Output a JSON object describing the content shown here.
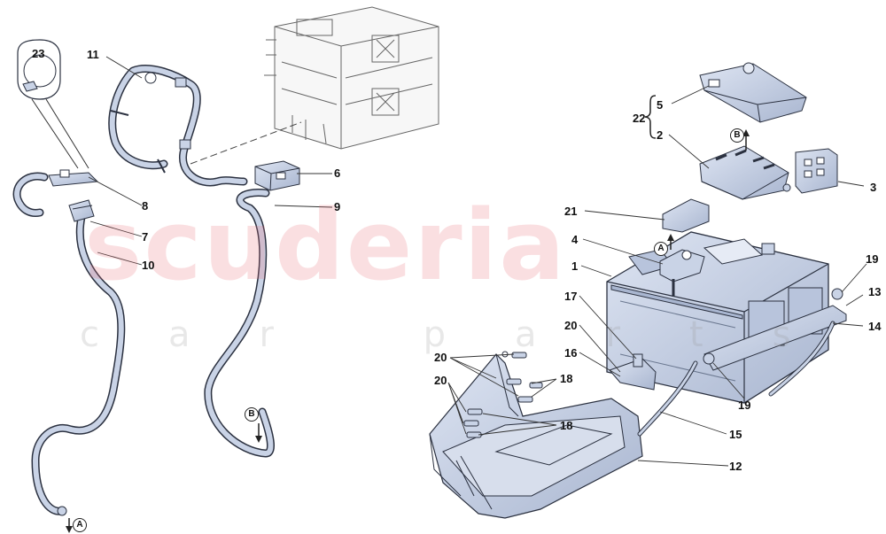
{
  "watermark": {
    "main": "scuderia",
    "sub": "car parts"
  },
  "labels": {
    "p1": "1",
    "p2": "2",
    "p3": "3",
    "p4": "4",
    "p5": "5",
    "p6": "6",
    "p7": "7",
    "p8": "8",
    "p9": "9",
    "p10": "10",
    "p11": "11",
    "p12": "12",
    "p13": "13",
    "p14": "14",
    "p15": "15",
    "p16": "16",
    "p17": "17",
    "p18a": "18",
    "p18b": "18",
    "p19a": "19",
    "p19b": "19",
    "p20a": "20",
    "p20b": "20",
    "p20c": "20",
    "p21": "21",
    "p22": "22",
    "p23": "23"
  },
  "callouts": {
    "a1": "A",
    "a2": "A",
    "b1": "B",
    "b2": "B"
  },
  "colors": {
    "part_fill": "#c9d3e6",
    "part_stroke": "#2b3140",
    "line": "#333333"
  }
}
